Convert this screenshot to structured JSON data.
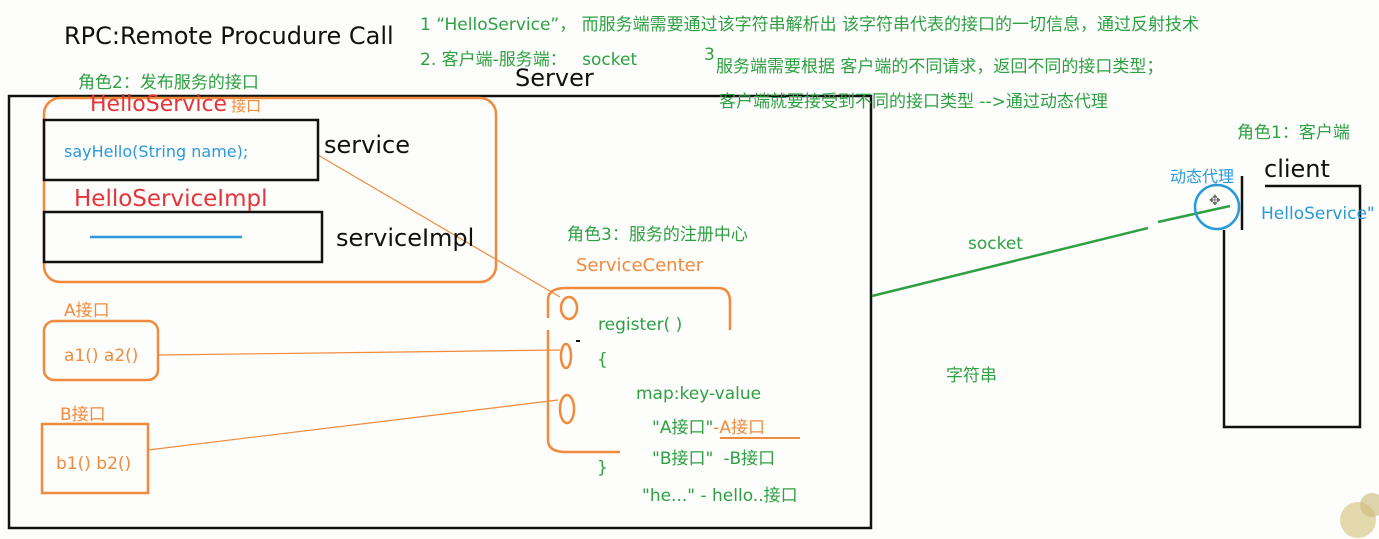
{
  "title": "RPC:Remote Procudure Call",
  "notes": {
    "line1": "1 “HelloService”， 而服务端需要通过该字符串解析出 该字符串代表的接口的一切信息，通过反射技术",
    "line2_prefix": "2. 客户端-服务端：",
    "line2_socket": "socket",
    "line3_num": "3",
    "line3": "服务端需要根据 客户端的不同请求，返回不同的接口类型；",
    "line4": "客户端就要接受到不同的接口类型 -->通过动态代理"
  },
  "server": {
    "label": "Server",
    "role2": "角色2：发布服务的接口",
    "hello_service": "HelloService",
    "hello_service_suffix": "接口",
    "say_hello": "sayHello(String name);",
    "service_label": "service",
    "hello_service_impl": "HelloServiceImpl",
    "service_impl_label": "serviceImpl",
    "a_interface": "A接口",
    "a_methods": "a1() a2()",
    "b_interface": "B接口",
    "b_methods": "b1()  b2()",
    "role3": "角色3：服务的注册中心",
    "service_center": "ServiceCenter",
    "code": {
      "register": "register(          )",
      "open_brace": "{",
      "map": "map:key-value",
      "entry_a_key": "\"A接口\"",
      "entry_a_val": "-A接口",
      "entry_b_key": "\"B接口\"",
      "entry_b_val": "-B接口",
      "close_brace": "}",
      "entry_hello": "\"he...\"  - hello..接口"
    }
  },
  "connection": {
    "socket": "socket",
    "string_label": "字符串"
  },
  "client": {
    "role1": "角色1：客户端",
    "label": "client",
    "proxy": "动态代理",
    "hello_string": "HelloService\""
  },
  "colors": {
    "black": "#111111",
    "green": "#2ea043",
    "orange": "#f08a3c",
    "red": "#e5343a",
    "blue": "#2a9ad8"
  }
}
